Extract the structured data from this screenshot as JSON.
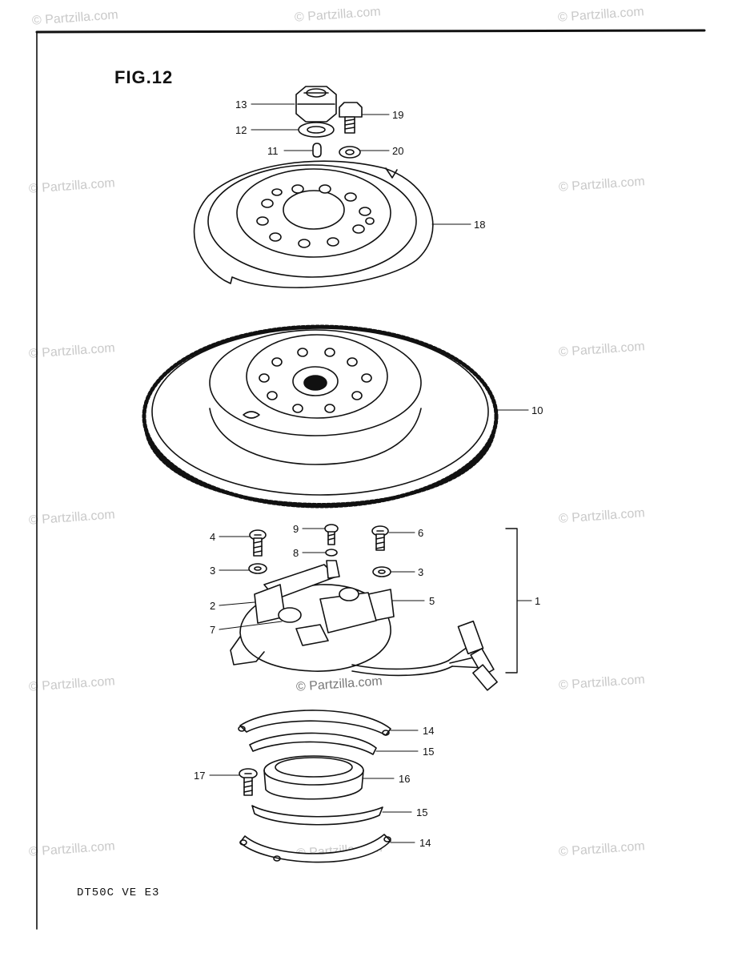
{
  "figure": {
    "title": "FIG.12",
    "model_code": "DT50C VE E3",
    "watermark": "© Partzilla.com"
  },
  "callouts": [
    {
      "id": "c13",
      "label": "13"
    },
    {
      "id": "c12",
      "label": "12"
    },
    {
      "id": "c11",
      "label": "11"
    },
    {
      "id": "c19",
      "label": "19"
    },
    {
      "id": "c20",
      "label": "20"
    },
    {
      "id": "c18",
      "label": "18"
    },
    {
      "id": "c10",
      "label": "10"
    },
    {
      "id": "c4",
      "label": "4"
    },
    {
      "id": "c9",
      "label": "9"
    },
    {
      "id": "c6",
      "label": "6"
    },
    {
      "id": "c8",
      "label": "8"
    },
    {
      "id": "c3a",
      "label": "3"
    },
    {
      "id": "c3b",
      "label": "3"
    },
    {
      "id": "c2",
      "label": "2"
    },
    {
      "id": "c5",
      "label": "5"
    },
    {
      "id": "c1",
      "label": "1"
    },
    {
      "id": "c7",
      "label": "7"
    },
    {
      "id": "c14a",
      "label": "14"
    },
    {
      "id": "c15a",
      "label": "15"
    },
    {
      "id": "c17",
      "label": "17"
    },
    {
      "id": "c16",
      "label": "16"
    },
    {
      "id": "c15b",
      "label": "15"
    },
    {
      "id": "c14b",
      "label": "14"
    }
  ]
}
